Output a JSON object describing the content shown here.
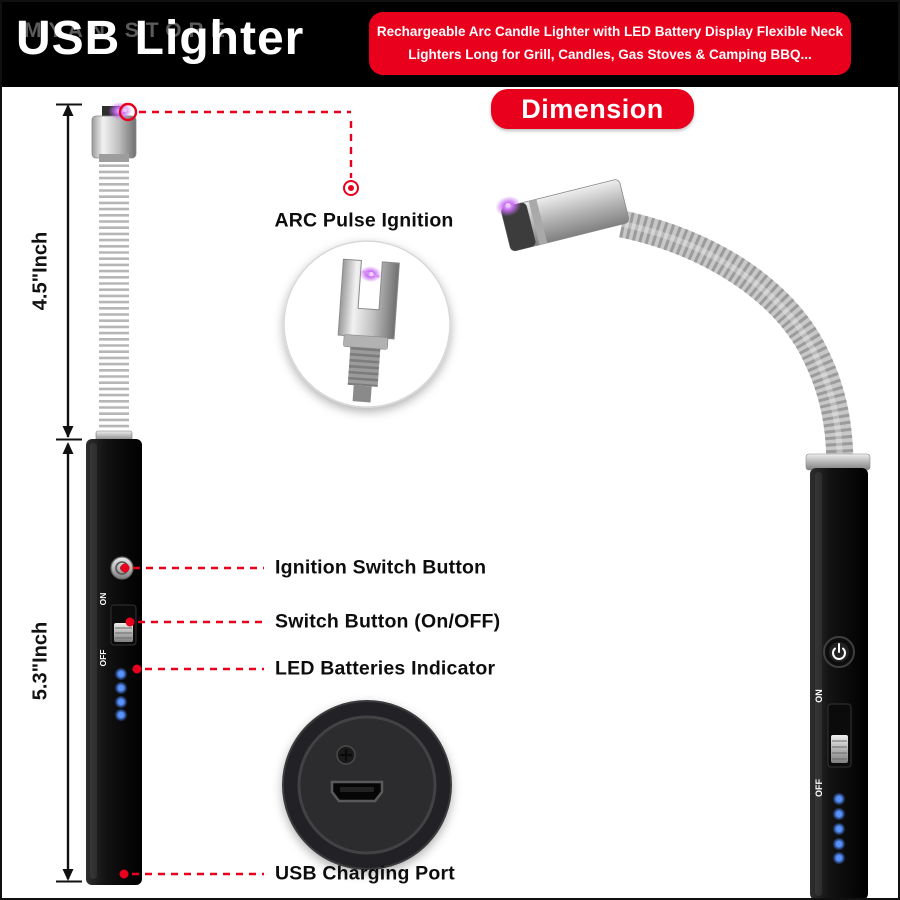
{
  "header": {
    "title": "USB Lighter",
    "watermark": "MYAN STORE",
    "badge": {
      "line1": "Rechargeable Arc Candle Lighter with LED Battery Display Flexible Neck",
      "line2": "Lighters Long for Grill, Candles, Gas Stoves & Camping BBQ..."
    }
  },
  "section": {
    "label": "Dimension"
  },
  "dimensions": {
    "neck_length": "4.5\"Inch",
    "handle_length": "5.3\"Inch"
  },
  "annotations": {
    "arc": "ARC Pulse Ignition",
    "ignition": "Ignition Switch Button",
    "switch": "Switch Button (On/OFF)",
    "led": "LED Batteries Indicator",
    "usb": "USB Charging Port"
  },
  "lighter": {
    "switch_on_label": "ON",
    "switch_off_label": "OFF"
  },
  "colors": {
    "accent_red": "#e8001d",
    "led_blue": "#4f8cff",
    "arc_purple": "#c76ef2",
    "header_black": "#000000"
  }
}
